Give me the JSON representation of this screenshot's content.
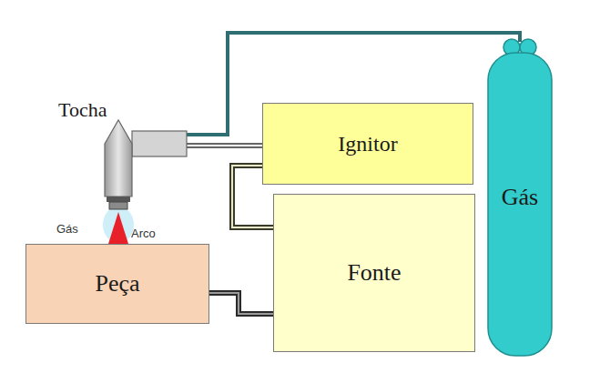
{
  "diagram": {
    "nodes": [
      {
        "text": [
          "Tocha"
        ]
      },
      {
        "text": [
          "Ignitor"
        ]
      },
      {
        "text": [
          "Gás"
        ]
      },
      {
        "text": [
          "Peça"
        ]
      },
      {
        "text": [
          "Fonte"
        ]
      }
    ],
    "edges": [
      {
        "from": 2,
        "to": 0,
        "arrow": "none"
      },
      {
        "from": 0,
        "to": 1,
        "arrow": "none"
      },
      {
        "from": 1,
        "to": 4,
        "arrow": "none"
      },
      {
        "from": 3,
        "to": 4,
        "arrow": "none"
      }
    ],
    "labels": [
      "Gás",
      "Arco"
    ]
  }
}
